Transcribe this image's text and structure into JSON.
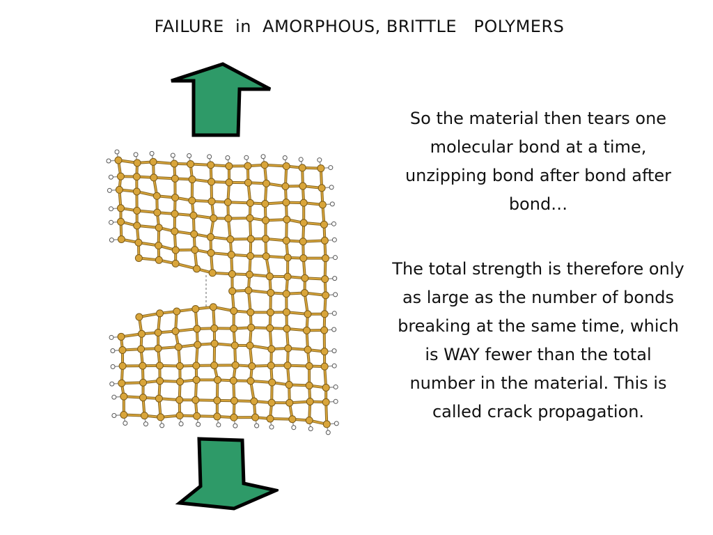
{
  "slide": {
    "title": "FAILURE  in  AMORPHOUS, BRITTLE   POLYMERS",
    "paragraph_1": "So the material then tears one molecular bond at a time, unzipping bond after bond after bond…",
    "paragraph_2": "The total strength is therefore only as large as the number of bonds breaking at the same time, which is WAY fewer than the total number in the material.  This is called crack propagation."
  },
  "colors": {
    "arrow_fill": "#2e9a68",
    "arrow_stroke": "#000000",
    "atom_fill": "#d9a53a",
    "bond": "#8a6a25",
    "hydrogen": "#ffffff"
  },
  "icons": {
    "top_arrow": "up-arrow-icon",
    "bottom_arrow": "down-arrow-icon"
  }
}
